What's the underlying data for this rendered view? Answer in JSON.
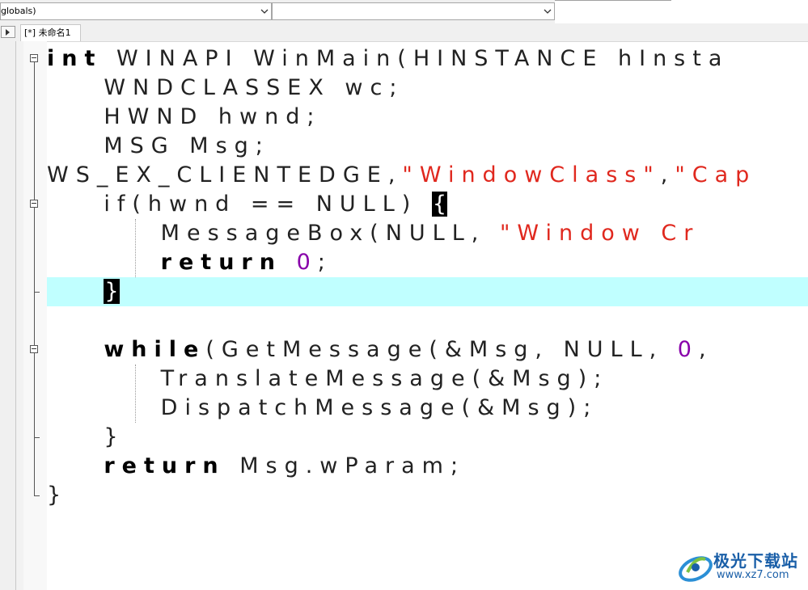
{
  "toolbar": {
    "scope_combo_value": "globals)",
    "member_combo_value": ""
  },
  "tabs": [
    {
      "label": "[*] 未命名1",
      "modified": true
    }
  ],
  "editor": {
    "lines": [
      {
        "parts": [
          {
            "t": "int",
            "c": "kw"
          },
          {
            "t": " WINAPI WinMain(HINSTANCE hInsta",
            "c": "gr"
          }
        ]
      },
      {
        "parts": [
          {
            "t": "    WNDCLASSEX wc;",
            "c": "gr"
          }
        ]
      },
      {
        "parts": [
          {
            "t": "    HWND hwnd;",
            "c": "gr"
          }
        ]
      },
      {
        "parts": [
          {
            "t": "    MSG Msg;",
            "c": "gr"
          }
        ]
      },
      {
        "parts": [
          {
            "t": "WS_EX_CLIENTEDGE,",
            "c": "gr"
          },
          {
            "t": "\"WindowClass\"",
            "c": "str"
          },
          {
            "t": ",",
            "c": "gr"
          },
          {
            "t": "\"Cap",
            "c": "str"
          }
        ]
      },
      {
        "parts": [
          {
            "t": "    if(hwnd == NULL) ",
            "c": "gr"
          },
          {
            "t": "{",
            "c": "brace-hl"
          }
        ]
      },
      {
        "parts": [
          {
            "t": "        MessageBox(NULL, ",
            "c": "gr"
          },
          {
            "t": "\"Window Cr",
            "c": "str"
          }
        ]
      },
      {
        "parts": [
          {
            "t": "        ",
            "c": "gr"
          },
          {
            "t": "return",
            "c": "kw"
          },
          {
            "t": " ",
            "c": "gr"
          },
          {
            "t": "0",
            "c": "num"
          },
          {
            "t": ";",
            "c": "gr"
          }
        ]
      },
      {
        "parts": [
          {
            "t": "    ",
            "c": "gr"
          },
          {
            "t": "}",
            "c": "brace-hl"
          }
        ]
      },
      {
        "parts": [
          {
            "t": "",
            "c": "gr"
          }
        ]
      },
      {
        "parts": [
          {
            "t": "    ",
            "c": "gr"
          },
          {
            "t": "while",
            "c": "kw"
          },
          {
            "t": "(GetMessage(&Msg, NULL, ",
            "c": "gr"
          },
          {
            "t": "0",
            "c": "num"
          },
          {
            "t": ",",
            "c": "gr"
          }
        ]
      },
      {
        "parts": [
          {
            "t": "        TranslateMessage(&Msg);",
            "c": "gr"
          }
        ]
      },
      {
        "parts": [
          {
            "t": "        DispatchMessage(&Msg);",
            "c": "gr"
          }
        ]
      },
      {
        "parts": [
          {
            "t": "    }",
            "c": "gr"
          }
        ]
      },
      {
        "parts": [
          {
            "t": "    ",
            "c": "gr"
          },
          {
            "t": "return",
            "c": "kw"
          },
          {
            "t": " Msg.wParam;",
            "c": "gr"
          }
        ]
      },
      {
        "parts": [
          {
            "t": "}",
            "c": "gr"
          }
        ]
      }
    ],
    "current_line": 9
  },
  "watermark": {
    "title": "极光下载站",
    "url": "www.xz7.com"
  },
  "colors": {
    "current_line_highlight": "#c0ffff",
    "string": "#e0281e",
    "number": "#8800aa",
    "watermark": "#1a5fa8"
  }
}
